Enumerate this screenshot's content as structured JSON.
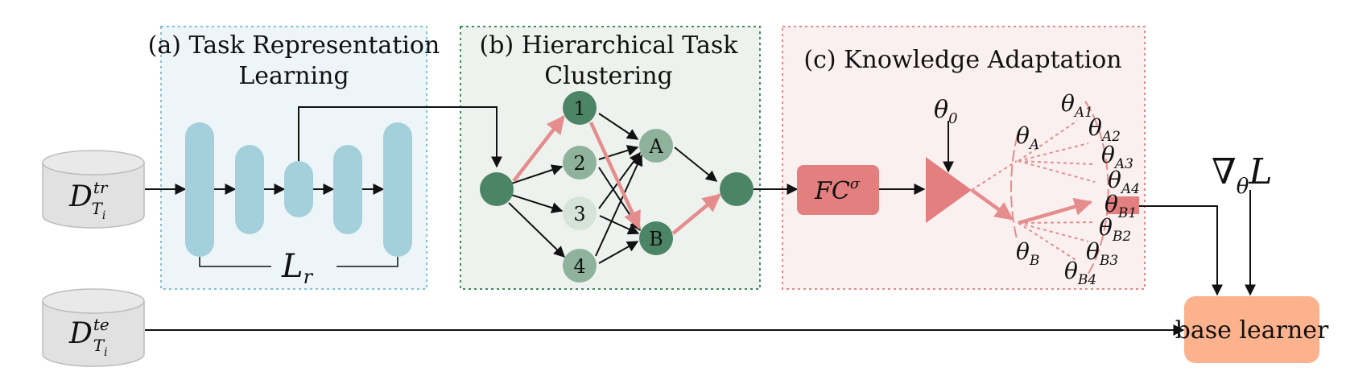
{
  "colors": {
    "panel_a_bg": "#eef5f8",
    "panel_a_border": "#7fc1d6",
    "panel_b_bg": "#eef2ee",
    "panel_b_border": "#3f8a5e",
    "panel_c_bg": "#fbf0f0",
    "panel_c_border": "#e08a8a",
    "encoder_block": "#a3d0db",
    "node_dark": "#4c8566",
    "node_mid": "#8fb29c",
    "node_light": "#bcd2c3",
    "node_faint": "#d5e3d9",
    "pink": "#e58c8c",
    "base_learner": "#fcb28c",
    "database": "#e1e1e1"
  },
  "panels": {
    "a_title_line1": "(a) Task Representation",
    "a_title_line2": "Learning",
    "b_title_line1": "(b) Hierarchical Task",
    "b_title_line2": "Clustering",
    "c_title": "(c) Knowledge Adaptation"
  },
  "inputs": {
    "train_db": {
      "base": "D",
      "sup": "tr",
      "sub": "T",
      "subsub": "i"
    },
    "test_db": {
      "base": "D",
      "sup": "te",
      "sub": "T",
      "subsub": "i"
    }
  },
  "loss_label": {
    "base": "L",
    "sub": "r"
  },
  "cluster_nodes": {
    "n1": "1",
    "n2": "2",
    "n3": "3",
    "n4": "4",
    "nA": "A",
    "nB": "B"
  },
  "fc_label": {
    "base": "FC",
    "sup": "σ"
  },
  "theta0": {
    "base": "θ",
    "sub": "0"
  },
  "theta_A": {
    "base": "θ",
    "sub": "A"
  },
  "theta_B": {
    "base": "θ",
    "sub": "B"
  },
  "theta_A_children": [
    {
      "base": "θ",
      "sub": "A1"
    },
    {
      "base": "θ",
      "sub": "A2"
    },
    {
      "base": "θ",
      "sub": "A3"
    },
    {
      "base": "θ",
      "sub": "A4"
    }
  ],
  "theta_B_children": [
    {
      "base": "θ",
      "sub": "B1"
    },
    {
      "base": "θ",
      "sub": "B2"
    },
    {
      "base": "θ",
      "sub": "B3"
    },
    {
      "base": "θ",
      "sub": "B4"
    }
  ],
  "gradient_label": {
    "nabla": "∇",
    "sub": "θ",
    "base": "L"
  },
  "base_learner_label": "base learner"
}
